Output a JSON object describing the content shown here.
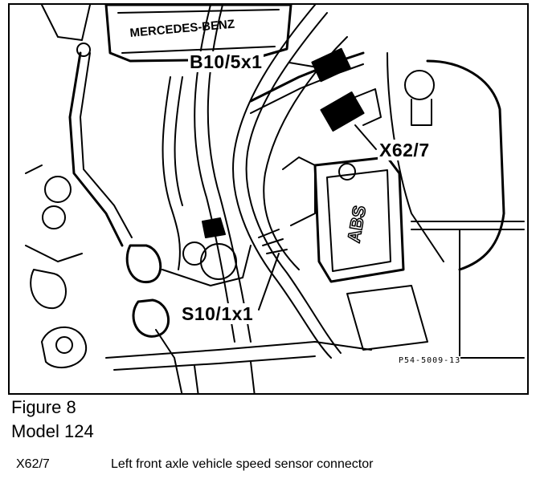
{
  "figure": {
    "callouts": {
      "b10": "B10/5x1",
      "x62": "X62/7",
      "s10": "S10/1x1"
    },
    "engraved": {
      "brand": "MERCEDES-BENZ",
      "abs": "ABS"
    },
    "reference_code": "P54-5009-13"
  },
  "caption": {
    "title": "Figure 8",
    "model": "Model 124"
  },
  "legend": {
    "code": "X62/7",
    "description": "Left front axle vehicle speed sensor connector"
  }
}
